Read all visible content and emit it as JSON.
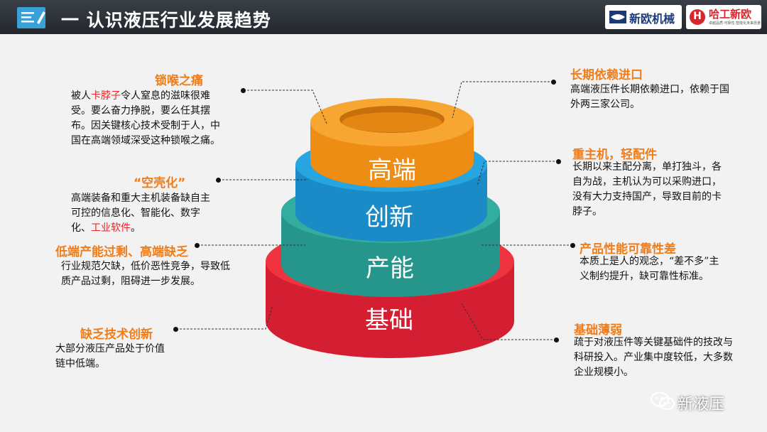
{
  "header": {
    "title": "一 认识液压行业发展趋势",
    "logo1_text": "新欧机械",
    "logo2_text": "哈工新欧",
    "logo2_sub": "卓越品质·可靠性·智能化未来愿景",
    "logo2_mark": "H"
  },
  "pyramid": {
    "tiers": [
      "高端",
      "创新",
      "产能",
      "基础"
    ],
    "colors": [
      "#f39c1e",
      "#1e9ad6",
      "#2aa096",
      "#e8283a"
    ]
  },
  "left": [
    {
      "heading": "锁喉之痛",
      "body_pre": "被人",
      "body_hl": "卡脖子",
      "body_post": "令人窒息的滋味很难受。要么奋力挣脱，要么任其摆布。因关键核心技术受制于人，中国在高端领域深受这种锁喉之痛。"
    },
    {
      "heading": "“空壳化”",
      "body_pre": "高端装备和重大主机装备缺自主可控的信息化、智能化、数字化、",
      "body_hl": "工业软件",
      "body_post": "。"
    },
    {
      "heading": "低端产能过剩、高端缺乏",
      "body": "行业规范欠缺，低价恶性竞争，导致低质产品过剩，阻碍进一步发展。"
    },
    {
      "heading": "缺乏技术创新",
      "body": "大部分液压产品处于价值链中低端。"
    }
  ],
  "right": [
    {
      "heading": "长期依赖进口",
      "body": "高端液压件长期依赖进口，依赖于国外两三家公司。"
    },
    {
      "heading": "重主机，轻配件",
      "body": "长期以来主配分离，单打独斗，各自为战，主机认为可以采购进口，没有大力支持国产，导致目前的卡脖子。"
    },
    {
      "heading": "产品性能可靠性差",
      "body": "本质上是人的观念，“差不多”主义制约提升，缺可靠性标准。"
    },
    {
      "heading": "基础薄弱",
      "body": "疏于对液压件等关键基础件的技改与科研投入。产业集中度较低，大多数企业规模小。"
    }
  ],
  "watermark": {
    "text": "新液压"
  }
}
